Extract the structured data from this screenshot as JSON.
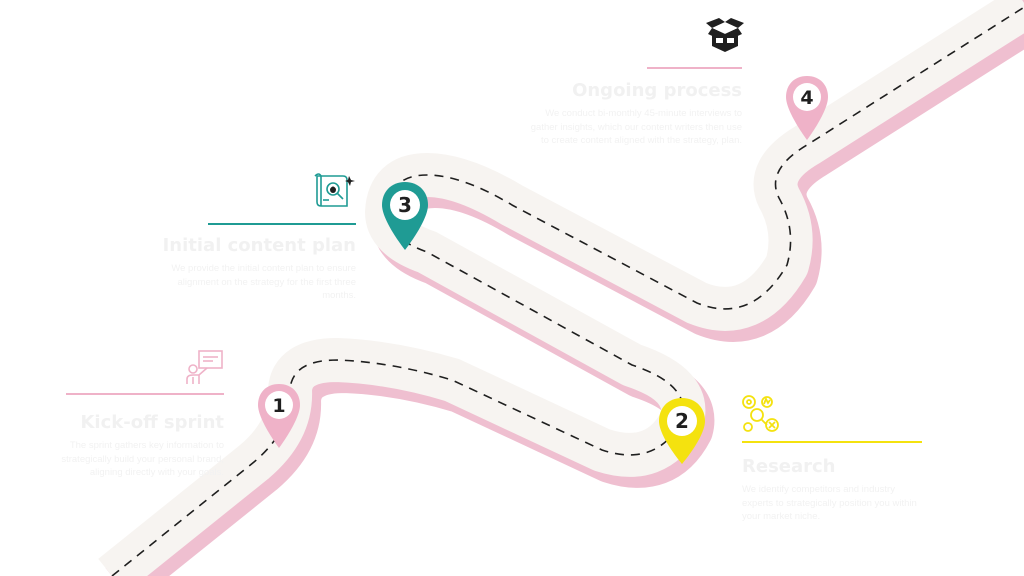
{
  "colors": {
    "road": "#f7f4f1",
    "road_shadow": "#efbfd0",
    "dash": "#1f1f1f",
    "pink": "#efb2c8",
    "teal": "#1f9b94",
    "yellow": "#f4e20f",
    "dark": "#1f1f1f"
  },
  "steps": [
    {
      "number": "1",
      "title": "Kick-off sprint",
      "description": "The sprint gathers key information to strategically build your personal brand, aligning directly with your goals.",
      "icon": "presentation-icon"
    },
    {
      "number": "2",
      "title": "Research",
      "description": "We identify competitors and industry experts to strategically position you within your market niche.",
      "icon": "research-gears-icon"
    },
    {
      "number": "3",
      "title": "Initial content plan",
      "description": "We provide the initial content plan to ensure alignment on the strategy for the first three months.",
      "icon": "content-plan-icon"
    },
    {
      "number": "4",
      "title": "Ongoing process",
      "description": "We conduct bi-monthly 45-minute interviews to gather insights, which our content writers then use to create content aligned with the strategy, plan.",
      "icon": "open-box-icon"
    }
  ]
}
